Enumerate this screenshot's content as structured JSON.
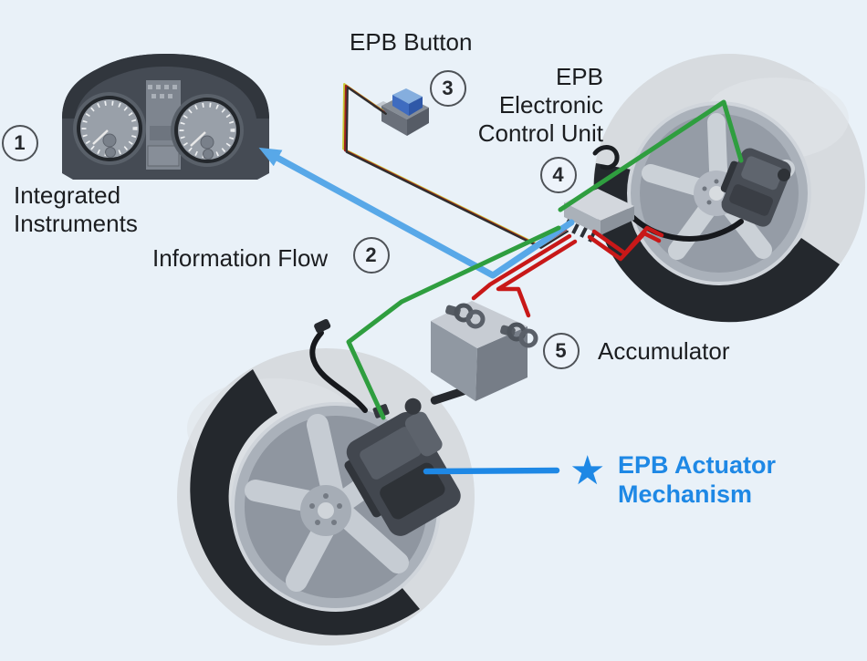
{
  "colors": {
    "background": "#e9f1f8",
    "label_text": "#1b1d20",
    "accent_blue": "#1e88e5",
    "arrow_blue": "#58a8e8",
    "wire_green": "#2f9e3f",
    "wire_red": "#c81818"
  },
  "callouts": {
    "integrated_instruments": {
      "number": "1",
      "line1": "Integrated",
      "line2": "Instruments"
    },
    "information_flow": {
      "number": "2",
      "label": "Information Flow"
    },
    "epb_button": {
      "number": "3",
      "label": "EPB Button"
    },
    "epb_electronic_control_unit": {
      "number": "4",
      "line1": "EPB",
      "line2": "Electronic",
      "line3": "Control Unit"
    },
    "accumulator": {
      "number": "5",
      "label": "Accumulator"
    },
    "epb_actuator_mechanism": {
      "star_icon": "★",
      "line1": "EPB Actuator",
      "line2": "Mechanism"
    }
  }
}
